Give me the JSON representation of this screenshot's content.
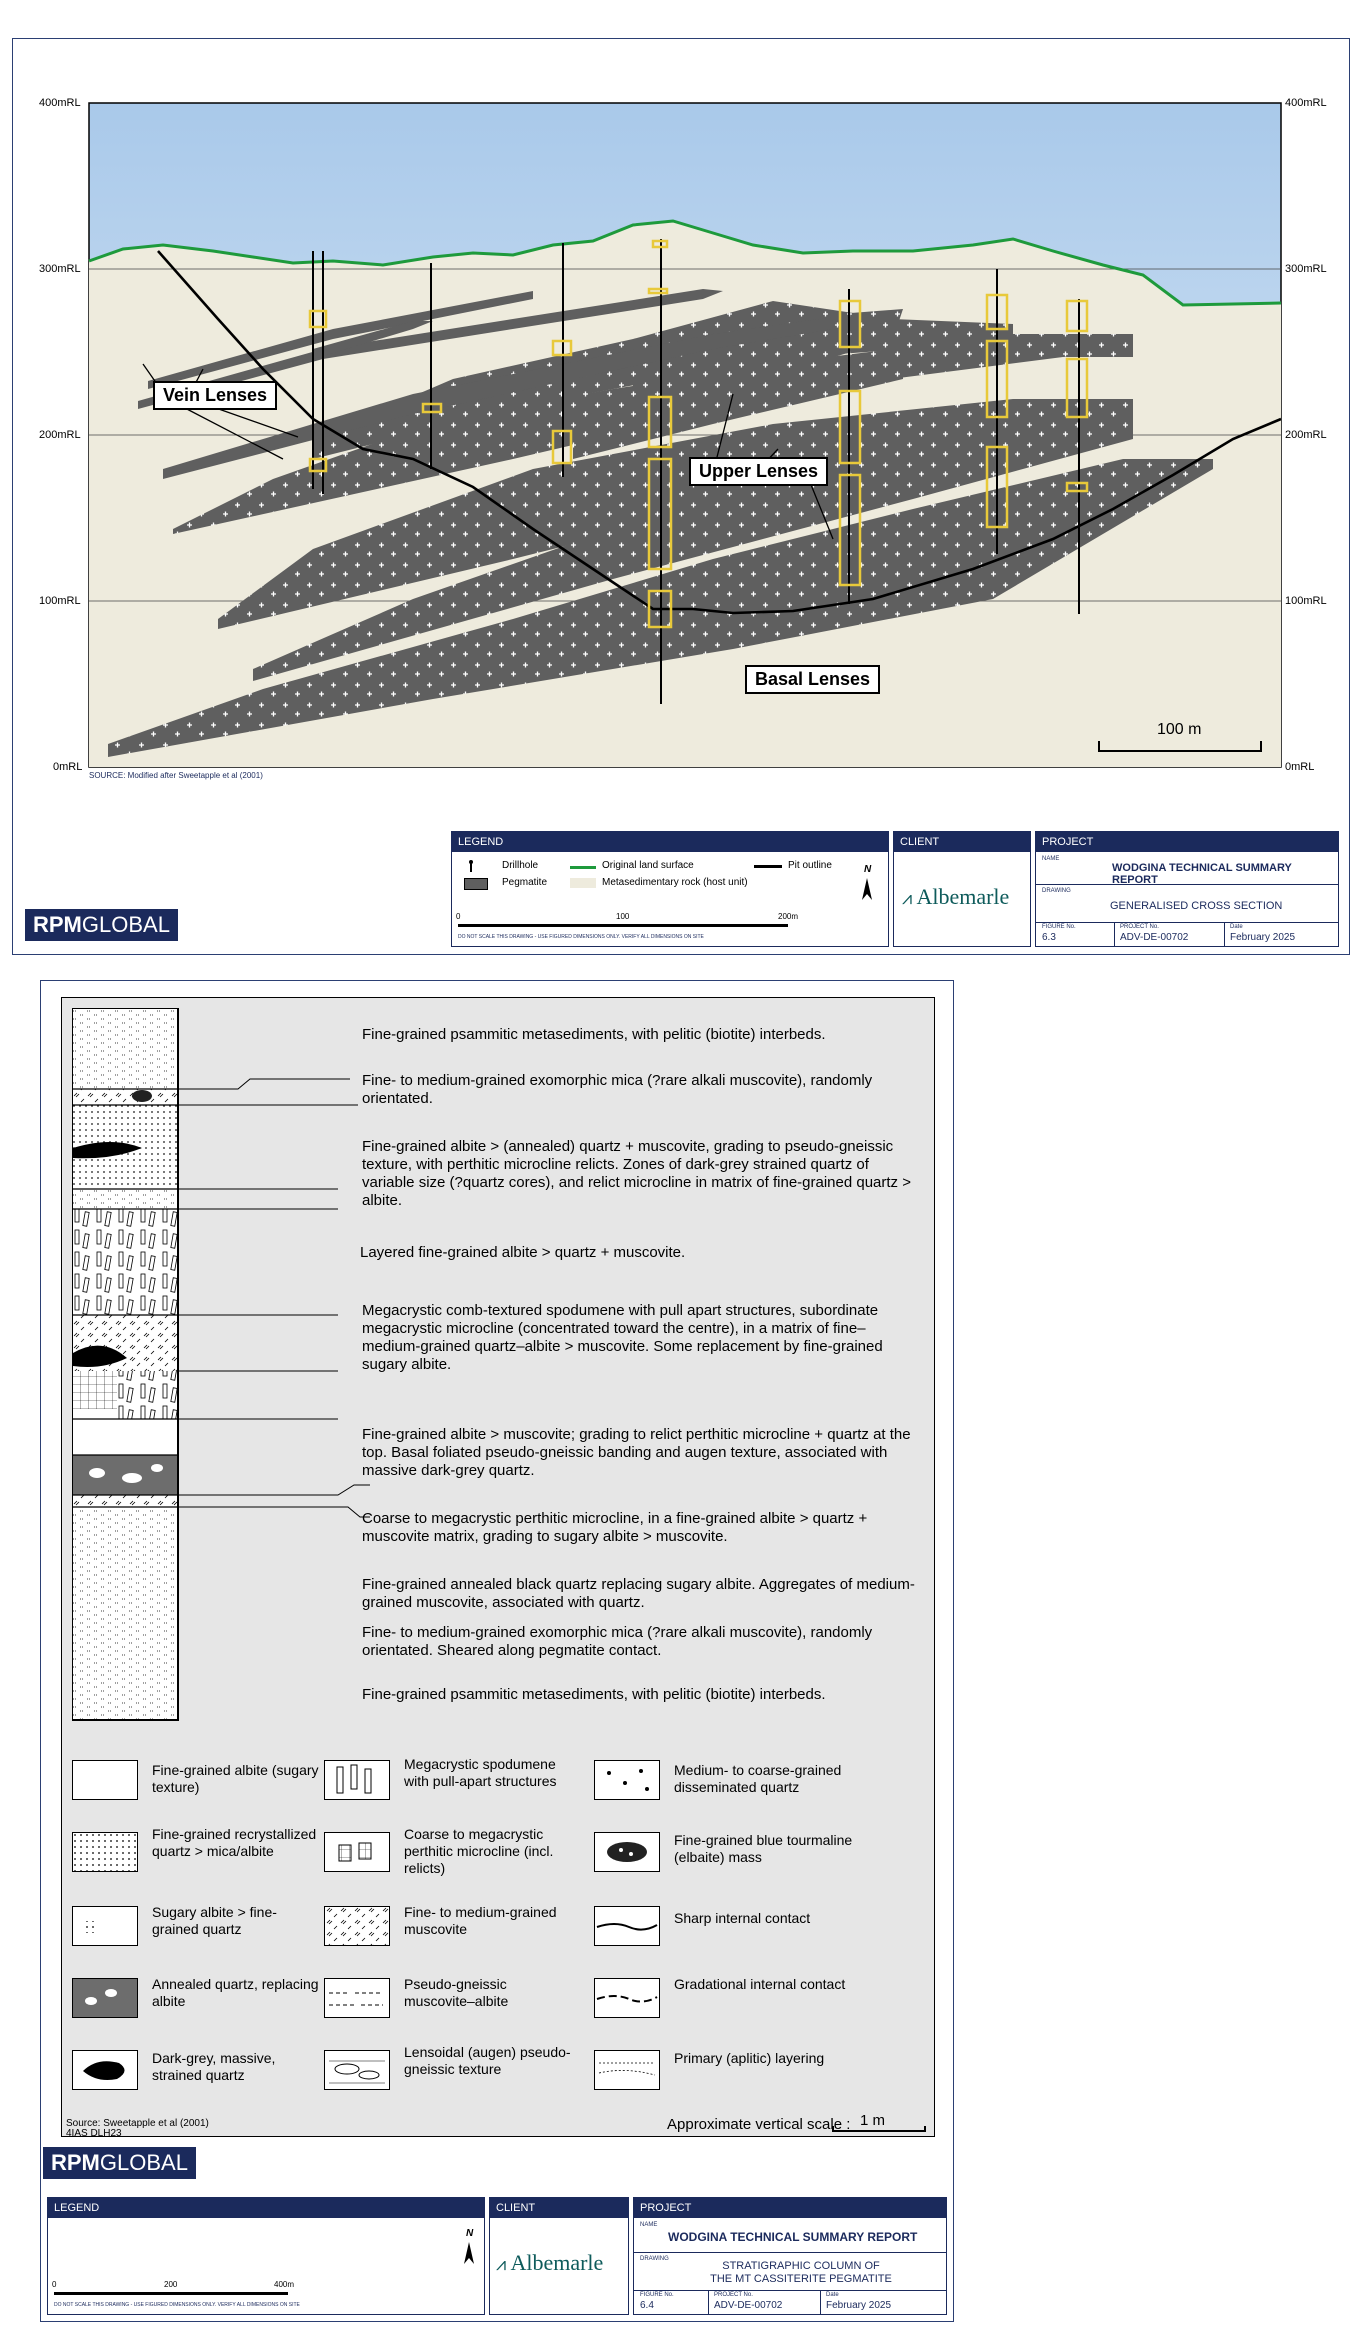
{
  "figure1": {
    "rl_labels": [
      "400mRL",
      "300mRL",
      "200mRL",
      "100mRL",
      "0mRL"
    ],
    "callouts": {
      "vein": "Vein Lenses",
      "upper": "Upper Lenses",
      "basal": "Basal Lenses"
    },
    "scale_bar": "100 m",
    "source": "SOURCE: Modified after Sweetapple et al (2001)",
    "legend": {
      "title": "LEGEND",
      "drillhole": "Drillhole",
      "pegmatite": "Pegmatite",
      "land": "Original land surface",
      "meta": "Metasedimentary rock (host unit)",
      "pit": "Pit outline",
      "north": "N",
      "scale_ticks": [
        "0",
        "100",
        "200m"
      ],
      "disclaimer": "DO NOT SCALE THIS DRAWING - USE FIGURED DIMENSIONS ONLY. VERIFY ALL DIMENSIONS ON SITE"
    },
    "client": {
      "title": "CLIENT",
      "name": "Albemarle"
    },
    "project": {
      "title": "PROJECT",
      "name_caption": "NAME",
      "name": "WODGINA TECHNICAL SUMMARY REPORT",
      "drawing_caption": "DRAWING",
      "drawing": "GENERALISED CROSS SECTION",
      "figure_caption": "FIGURE No.",
      "figure": "6.3",
      "projno_caption": "PROJECT No.",
      "projno": "ADV-DE-00702",
      "date_caption": "Date",
      "date": "February 2025"
    },
    "logo": {
      "bold": "RPM",
      "rest": "GLOBAL"
    },
    "colors": {
      "sky": "#bcd6ee",
      "ground": "#eeebdd",
      "pegmatite": "#5f5f5f",
      "land": "#1e9a3c",
      "drill_box": "#e8c93a",
      "navy": "#1b2a5c"
    }
  },
  "figure2": {
    "descriptions": [
      "Fine-grained psammitic metasediments, with pelitic (biotite) interbeds.",
      "Fine- to medium-grained exomorphic mica (?rare alkali muscovite), randomly orientated.",
      "Fine-grained albite > (annealed) quartz + muscovite, grading to pseudo-gneissic texture, with perthitic microcline relicts. Zones of dark-grey strained quartz of variable size (?quartz cores), and relict microcline in matrix of fine-grained quartz > albite.",
      "Layered fine-grained albite > quartz + muscovite.",
      "Megacrystic comb-textured spodumene with pull apart structures, subordinate megacrystic microcline (concentrated toward the centre), in a matrix of  fine–medium-grained quartz–albite > muscovite. Some replacement by fine-grained sugary albite.",
      "Fine-grained albite > muscovite; grading to relict perthitic microcline + quartz at the top. Basal foliated pseudo-gneissic banding and augen texture, associated with massive dark-grey quartz.",
      "Coarse to megacrystic perthitic microcline, in a fine-grained albite > quartz + muscovite matrix, grading to sugary albite > muscovite.",
      "Fine-grained annealed black quartz replacing sugary albite. Aggregates of medium-grained muscovite, associated with quartz.",
      "Fine- to medium-grained exomorphic mica (?rare alkali muscovite), randomly orientated. Sheared along pegmatite contact.",
      "Fine-grained psammitic metasediments, with pelitic (biotite) interbeds."
    ],
    "key": [
      "Fine-grained albite (sugary texture)",
      "Megacrystic spodumene with pull-apart structures",
      "Medium- to coarse-grained disseminated quartz",
      "Fine-grained recrystallized quartz > mica/albite",
      "Coarse to megacrystic perthitic microcline (incl. relicts)",
      "Fine-grained blue tourmaline (elbaite) mass",
      "Sugary albite > fine-grained quartz",
      "Fine- to medium-grained muscovite",
      "Sharp internal contact",
      "Annealed quartz, replacing albite",
      "Pseudo-gneissic muscovite–albite",
      "Gradational internal contact",
      "Dark-grey, massive, strained quartz",
      "Lensoidal (augen) pseudo-gneissic texture",
      "Primary (aplitic) layering"
    ],
    "source": "Source: Sweetapple et al (2001)",
    "source2": "4IAS DLH23",
    "scale_text": "Approximate vertical scale :",
    "scale_value": "1 m",
    "legend": {
      "title": "LEGEND",
      "north": "N",
      "scale_ticks": [
        "0",
        "200",
        "400m"
      ],
      "disclaimer": "DO NOT SCALE THIS DRAWING - USE FIGURED DIMENSIONS ONLY. VERIFY ALL DIMENSIONS ON SITE"
    },
    "client": {
      "title": "CLIENT",
      "name": "Albemarle"
    },
    "project": {
      "title": "PROJECT",
      "name_caption": "NAME",
      "name": "WODGINA TECHNICAL SUMMARY REPORT",
      "drawing_caption": "DRAWING",
      "drawing_line1": "STRATIGRAPHIC COLUMN OF",
      "drawing_line2": "THE MT CASSITERITE PEGMATITE",
      "figure_caption": "FIGURE No.",
      "figure": "6.4",
      "projno_caption": "PROJECT No.",
      "projno": "ADV-DE-00702",
      "date_caption": "Date",
      "date": "February 2025"
    },
    "logo": {
      "bold": "RPM",
      "rest": "GLOBAL"
    }
  }
}
